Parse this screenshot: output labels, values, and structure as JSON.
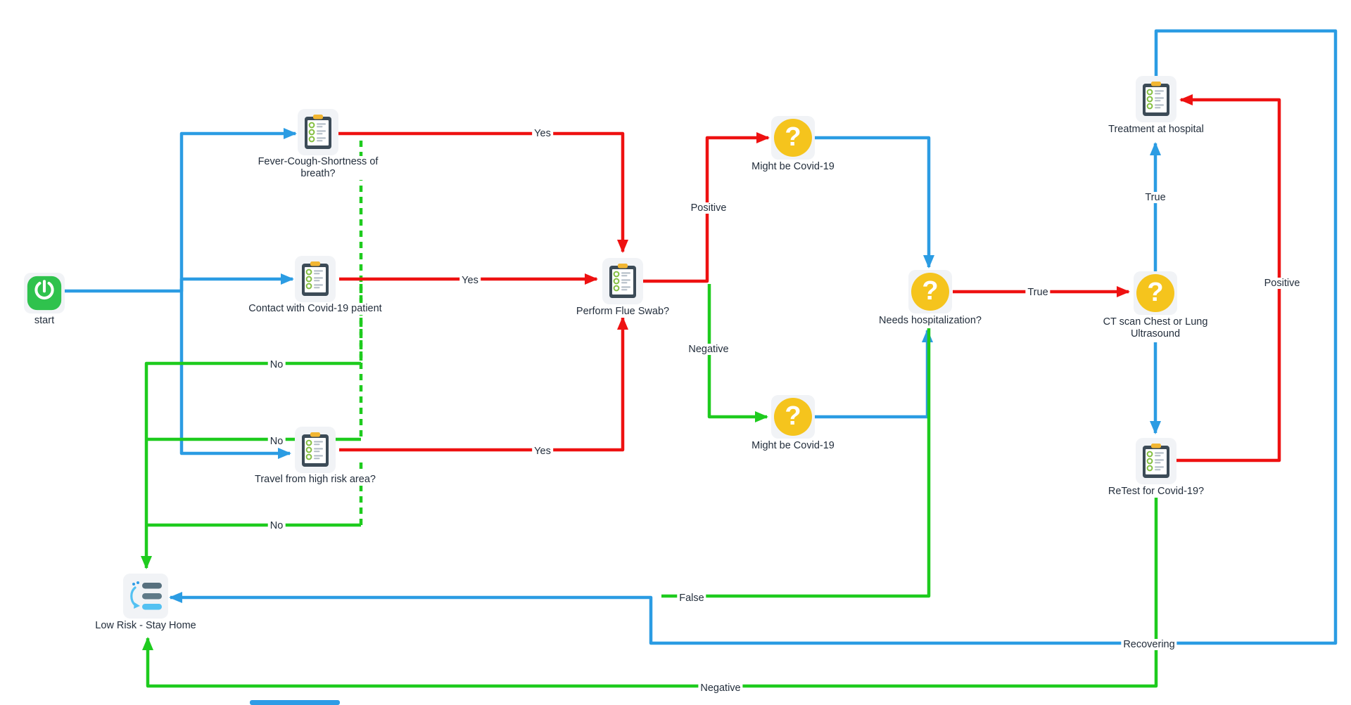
{
  "diagram": {
    "type": "flowchart",
    "topic": "Covid-19 triage decision flow",
    "colors": {
      "edge_blue": "#2b9ce3",
      "edge_red": "#ee1111",
      "edge_green": "#1ecb1e",
      "question_yellow": "#f5c41d",
      "start_green": "#2fc24d",
      "clipboard_dark": "#3c4b57",
      "clip_yellow": "#f2b632",
      "check_green": "#84bf41",
      "node_bg": "#f1f3f6",
      "text": "#232e3c"
    },
    "icons": {
      "question_mark": "?"
    },
    "nodes": [
      {
        "id": "start",
        "label": "start",
        "icon": "power-icon"
      },
      {
        "id": "fever",
        "label": "Fever-Cough-Shortness of breath?",
        "icon": "checklist-icon"
      },
      {
        "id": "contact",
        "label": "Contact with Covid-19 patient",
        "icon": "checklist-icon"
      },
      {
        "id": "travel",
        "label": "Travel from high risk area?",
        "icon": "checklist-icon"
      },
      {
        "id": "flue_swab",
        "label": "Perform Flue Swab?",
        "icon": "checklist-icon"
      },
      {
        "id": "might_be_covid_top",
        "label": "Might be Covid-19",
        "icon": "question-icon"
      },
      {
        "id": "might_be_covid_bottom",
        "label": "Might be Covid-19",
        "icon": "question-icon"
      },
      {
        "id": "needs_hospitalization",
        "label": "Needs hospitalization?",
        "icon": "question-icon"
      },
      {
        "id": "ct_scan",
        "label": "CT scan Chest or Lung Ultrasound",
        "icon": "question-icon"
      },
      {
        "id": "treatment",
        "label": "Treatment at hospital",
        "icon": "checklist-icon"
      },
      {
        "id": "retest",
        "label": "ReTest for Covid-19?",
        "icon": "checklist-icon"
      },
      {
        "id": "low_risk",
        "label": "Low Risk - Stay Home",
        "icon": "tasks-icon"
      }
    ],
    "edges": [
      {
        "from": "start",
        "to": "fever",
        "color": "blue",
        "label": ""
      },
      {
        "from": "start",
        "to": "contact",
        "color": "blue",
        "label": ""
      },
      {
        "from": "start",
        "to": "travel",
        "color": "blue",
        "label": ""
      },
      {
        "from": "fever",
        "to": "flue_swab",
        "color": "red",
        "label": "Yes"
      },
      {
        "from": "contact",
        "to": "flue_swab",
        "color": "red",
        "label": "Yes"
      },
      {
        "from": "travel",
        "to": "flue_swab",
        "color": "red",
        "label": "Yes"
      },
      {
        "from": "fever",
        "to": "low_risk",
        "color": "green",
        "label": "No"
      },
      {
        "from": "contact",
        "to": "low_risk",
        "color": "green",
        "label": "No"
      },
      {
        "from": "travel",
        "to": "low_risk",
        "color": "green",
        "label": "No"
      },
      {
        "from": "flue_swab",
        "to": "might_be_covid_top",
        "color": "red",
        "label": "Positive"
      },
      {
        "from": "flue_swab",
        "to": "might_be_covid_bottom",
        "color": "green",
        "label": "Negative"
      },
      {
        "from": "might_be_covid_top",
        "to": "needs_hospitalization",
        "color": "blue",
        "label": ""
      },
      {
        "from": "might_be_covid_bottom",
        "to": "needs_hospitalization",
        "color": "blue",
        "label": ""
      },
      {
        "from": "needs_hospitalization",
        "to": "ct_scan",
        "color": "red",
        "label": "True"
      },
      {
        "from": "needs_hospitalization",
        "to": "low_risk",
        "color": "green",
        "label": "False"
      },
      {
        "from": "ct_scan",
        "to": "treatment",
        "color": "blue",
        "label": "True"
      },
      {
        "from": "ct_scan",
        "to": "retest",
        "color": "blue",
        "label": ""
      },
      {
        "from": "retest",
        "to": "treatment",
        "color": "red",
        "label": "Positive"
      },
      {
        "from": "retest",
        "to": "low_risk",
        "color": "green",
        "label": "Negative"
      },
      {
        "from": "treatment",
        "to": "low_risk",
        "color": "blue",
        "label": "Recovering"
      }
    ]
  }
}
